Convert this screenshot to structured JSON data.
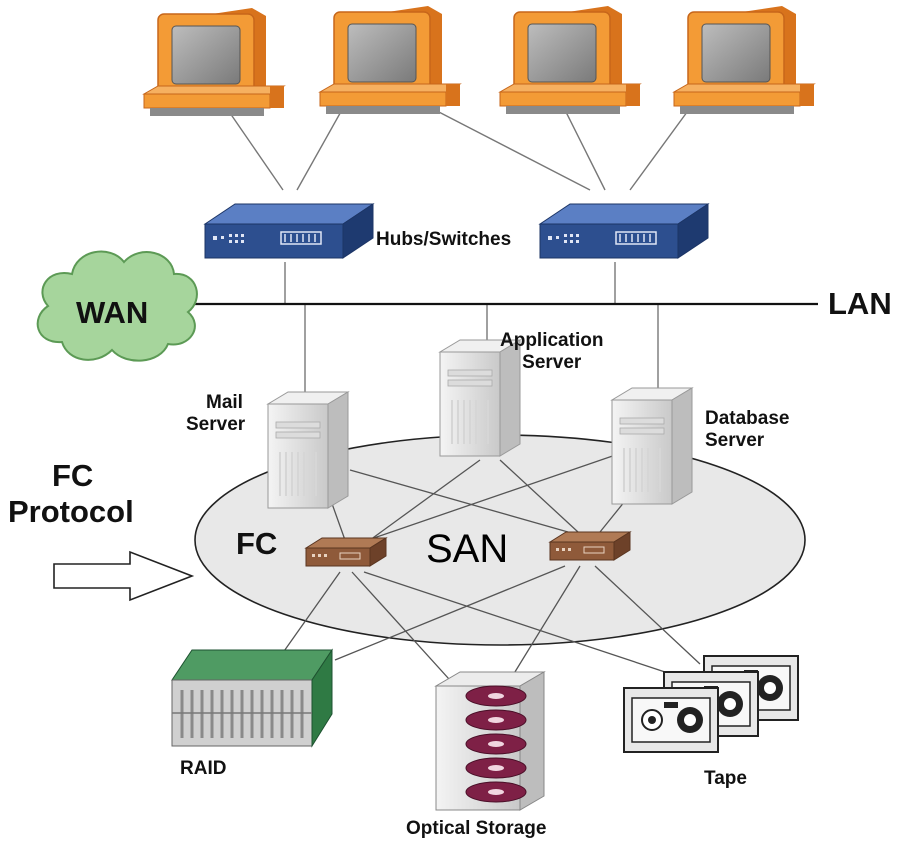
{
  "labels": {
    "hubs_switches": "Hubs/Switches",
    "wan": "WAN",
    "lan": "LAN",
    "application_server_line1": "Application",
    "application_server_line2": "Server",
    "mail_server_line1": "Mail",
    "mail_server_line2": "Server",
    "database_server_line1": "Database",
    "database_server_line2": "Server",
    "fc_protocol_line1": "FC",
    "fc_protocol_line2": "Protocol",
    "fc": "FC",
    "san": "SAN",
    "raid": "RAID",
    "optical_storage": "Optical Storage",
    "tape": "Tape"
  },
  "colors": {
    "monitor_body": "#f39b36",
    "monitor_screen": "#9a9a9a",
    "switch_blue": "#2d4f8f",
    "cloud_green": "#a6d59c",
    "san_ellipse": "#e8e8e8",
    "fc_switch_brown": "#8f5a3a",
    "raid_green": "#2f7a44",
    "disc_purple": "#7e2046"
  }
}
